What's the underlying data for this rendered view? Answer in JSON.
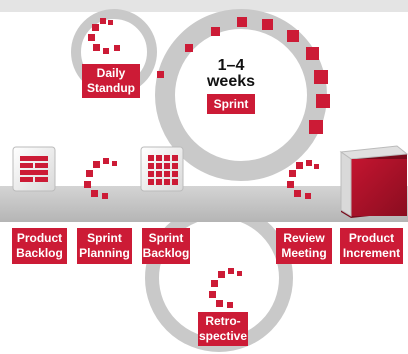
{
  "colors": {
    "accent": "#cc1b36",
    "ring": "#c9c9c9",
    "band": "#bdbdbd",
    "background": "#ffffff"
  },
  "sprint": {
    "duration": "1–4\nweeks",
    "label": "Sprint"
  },
  "events": {
    "daily_standup": "Daily\nStandup",
    "retrospective": "Retro-\nspective"
  },
  "steps": [
    {
      "label": "Product\nBacklog"
    },
    {
      "label": "Sprint\nPlanning"
    },
    {
      "label": "Sprint\nBacklog"
    },
    {
      "label": "Review\nMeeting"
    },
    {
      "label": "Product\nIncrement"
    }
  ],
  "icons": {
    "product_backlog": "brick-stack-icon",
    "sprint_planning": "cycle-arrow-icon",
    "sprint_backlog": "task-grid-icon",
    "review_meeting": "cycle-arrow-icon",
    "product_increment": "product-cube-icon",
    "daily_standup": "cycle-arrow-icon",
    "retrospective": "cycle-arrow-icon"
  }
}
